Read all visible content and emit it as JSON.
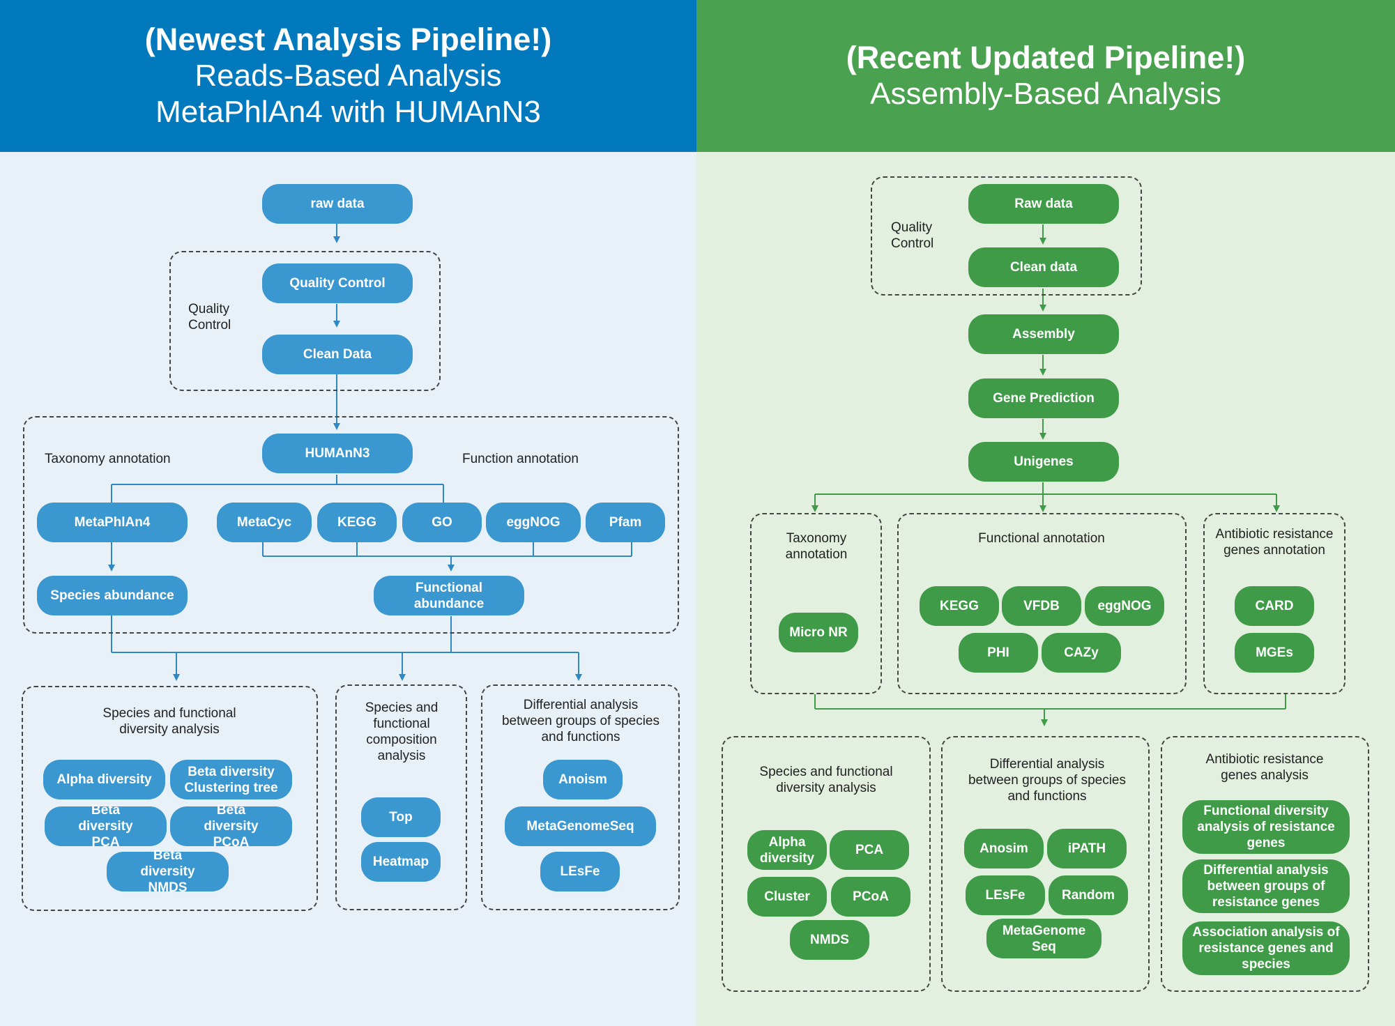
{
  "left": {
    "header": {
      "line1": "(Newest Analysis Pipeline!)",
      "line2": "Reads-Based Analysis",
      "line3": "MetaPhlAn4 with HUMAnN3"
    },
    "nodes": {
      "raw_data": "raw data",
      "quality_control": "Quality Control",
      "clean_data": "Clean Data",
      "humann3": "HUMAnN3",
      "metaphlan4": "MetaPhlAn4",
      "metacyc": "MetaCyc",
      "kegg": "KEGG",
      "go": "GO",
      "eggnog": "eggNOG",
      "pfam": "Pfam",
      "species_abundance": "Species abundance",
      "functional_abundance": "Functional abundance",
      "alpha_diversity": "Alpha diversity",
      "beta_clustering": "Beta diversity Clustering tree",
      "beta_pca": "Beta diversity PCA",
      "beta_pcoa": "Beta diversity PCoA",
      "beta_nmds": "Beta diversity NMDS",
      "top": "Top",
      "heatmap": "Heatmap",
      "anoism": "Anoism",
      "metagenomeseq": "MetaGenomeSeq",
      "lesfe": "LEsFe"
    },
    "labels": {
      "quality_control": "Quality Control",
      "taxonomy_annotation": "Taxonomy annotation",
      "function_annotation": "Function annotation",
      "diversity_analysis": "Species and functional diversity analysis",
      "composition_analysis": "Species and functional composition analysis",
      "differential_analysis": "Differential analysis between groups of species and functions"
    }
  },
  "right": {
    "header": {
      "line1": "(Recent Updated Pipeline!)",
      "line2": "Assembly-Based Analysis"
    },
    "nodes": {
      "raw_data": "Raw data",
      "clean_data": "Clean data",
      "assembly": "Assembly",
      "gene_prediction": "Gene Prediction",
      "unigenes": "Unigenes",
      "micro_nr": "Micro NR",
      "kegg": "KEGG",
      "vfdb": "VFDB",
      "eggnog": "eggNOG",
      "phi": "PHI",
      "cazy": "CAZy",
      "card": "CARD",
      "mges": "MGEs",
      "alpha_diversity": "Alpha diversity",
      "pca": "PCA",
      "cluster": "Cluster",
      "pcoa": "PCoA",
      "nmds": "NMDS",
      "anosim": "Anosim",
      "ipath": "iPATH",
      "lesfe": "LEsFe",
      "random": "Random",
      "metagenome_seq": "MetaGenome Seq",
      "functional_diversity_resistance": "Functional diversity analysis of resistance genes",
      "differential_resistance": "Differential analysis between groups of resistance genes",
      "association_resistance": "Association analysis of resistance genes and species"
    },
    "labels": {
      "quality_control": "Quality Control",
      "taxonomy_annotation": "Taxonomy annotation",
      "functional_annotation": "Functional annotation",
      "antibiotic_annotation": "Antibiotic resistance genes annotation",
      "diversity_analysis": "Species and functional diversity analysis",
      "differential_analysis": "Differential analysis between groups of species and functions",
      "antibiotic_analysis": "Antibiotic resistance genes analysis"
    }
  },
  "colors": {
    "left_header": "#0279bc",
    "left_bg": "#e8f1f7",
    "left_node": "#3b97cf",
    "right_header": "#4aa14f",
    "right_bg": "#e3efdf",
    "right_node": "#3f9b47"
  }
}
